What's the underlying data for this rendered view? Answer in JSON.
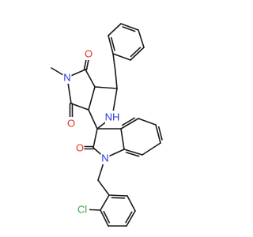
{
  "colors": {
    "bond": "#1a1a1a",
    "carbon": "#1a1a1a",
    "oxygen": "#e8321e",
    "nitrogen": "#2a35d6",
    "chlorine": "#2fa84a",
    "background": "#ffffff"
  },
  "atom_labels": {
    "O_top": "O",
    "O_left": "O",
    "O_lactam": "O",
    "N_methyl": "N",
    "NH": "NH",
    "N_indole": "N",
    "Cl": "Cl"
  }
}
